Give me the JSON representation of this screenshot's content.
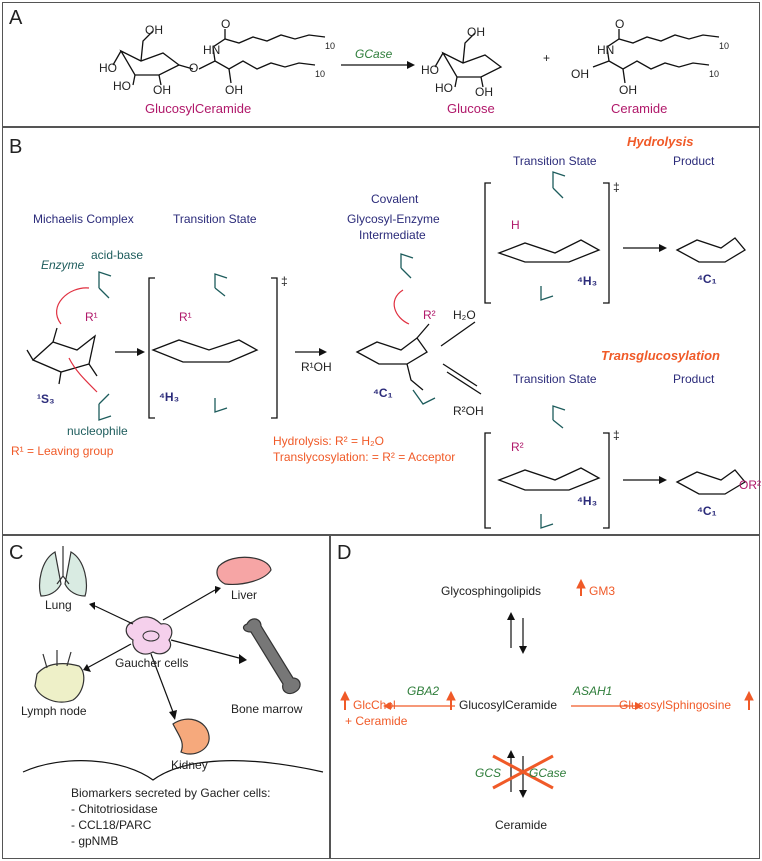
{
  "panels": {
    "a": "A",
    "b": "B",
    "c": "C",
    "d": "D"
  },
  "panel_a": {
    "substrate": "GlucosylCeramide",
    "enzyme": "GCase",
    "product1": "Glucose",
    "plus": "+",
    "product2": "Ceramide",
    "sub_10": "10",
    "atoms": {
      "oh": "OH",
      "ho": "HO",
      "hn": "HN",
      "o": "O"
    }
  },
  "panel_b": {
    "michaelis": "Michaelis Complex",
    "ts": "Transition State",
    "covalent_l1": "Covalent",
    "covalent_l2": "Glycosyl-Enzyme",
    "covalent_l3": "Intermediate",
    "enzyme": "Enzyme",
    "acid_base": "acid-base",
    "nucleophile": "nucleophile",
    "s3": "¹S₃",
    "h3": "⁴H₃",
    "c1": "⁴C₁",
    "r1": "R¹",
    "r2": "R²",
    "r1oh": "R¹OH",
    "h2o": "H₂O",
    "r2oh": "R²OH",
    "leaving_group": "R¹ = Leaving group",
    "hydrolysis_eq": "Hydrolysis: R² = H₂O",
    "transly_eq": "Translycosylation: = R² = Acceptor",
    "hydrolysis_title": "Hydrolysis",
    "transg_title": "Transglucosylation",
    "product": "Product",
    "dagger": "‡",
    "n1": "1",
    "n3": "3",
    "n4": "4",
    "or2": "OR²",
    "h": "H"
  },
  "panel_c": {
    "lung": "Lung",
    "liver": "Liver",
    "gaucher": "Gaucher cells",
    "lymph": "Lymph node",
    "bone": "Bone marrow",
    "kidney": "Kidney",
    "biomarkers_title": "Biomarkers secreted by Gacher cells:",
    "biomarkers": [
      "- Chitotriosidase",
      "- CCL18/PARC",
      "- gpNMB"
    ]
  },
  "panel_d": {
    "glycosphingolipids": "Glycosphingolipids",
    "gm3": "GM3",
    "glucosylceramide": "GlucosylCeramide",
    "gba2": "GBA2",
    "asah1": "ASAH1",
    "glcchol": "GlcChol",
    "plus_ceramide": "+ Ceramide",
    "glucosylsphingosine": "GlucosylSphingosine",
    "gcs": "GCS",
    "gcase": "GCase",
    "ceramide": "Ceramide"
  },
  "colors": {
    "magenta": "#b0186a",
    "navy": "#2b2b7a",
    "teal": "#1d5c5c",
    "orange": "#f05a28",
    "green": "#2e7d3a"
  }
}
